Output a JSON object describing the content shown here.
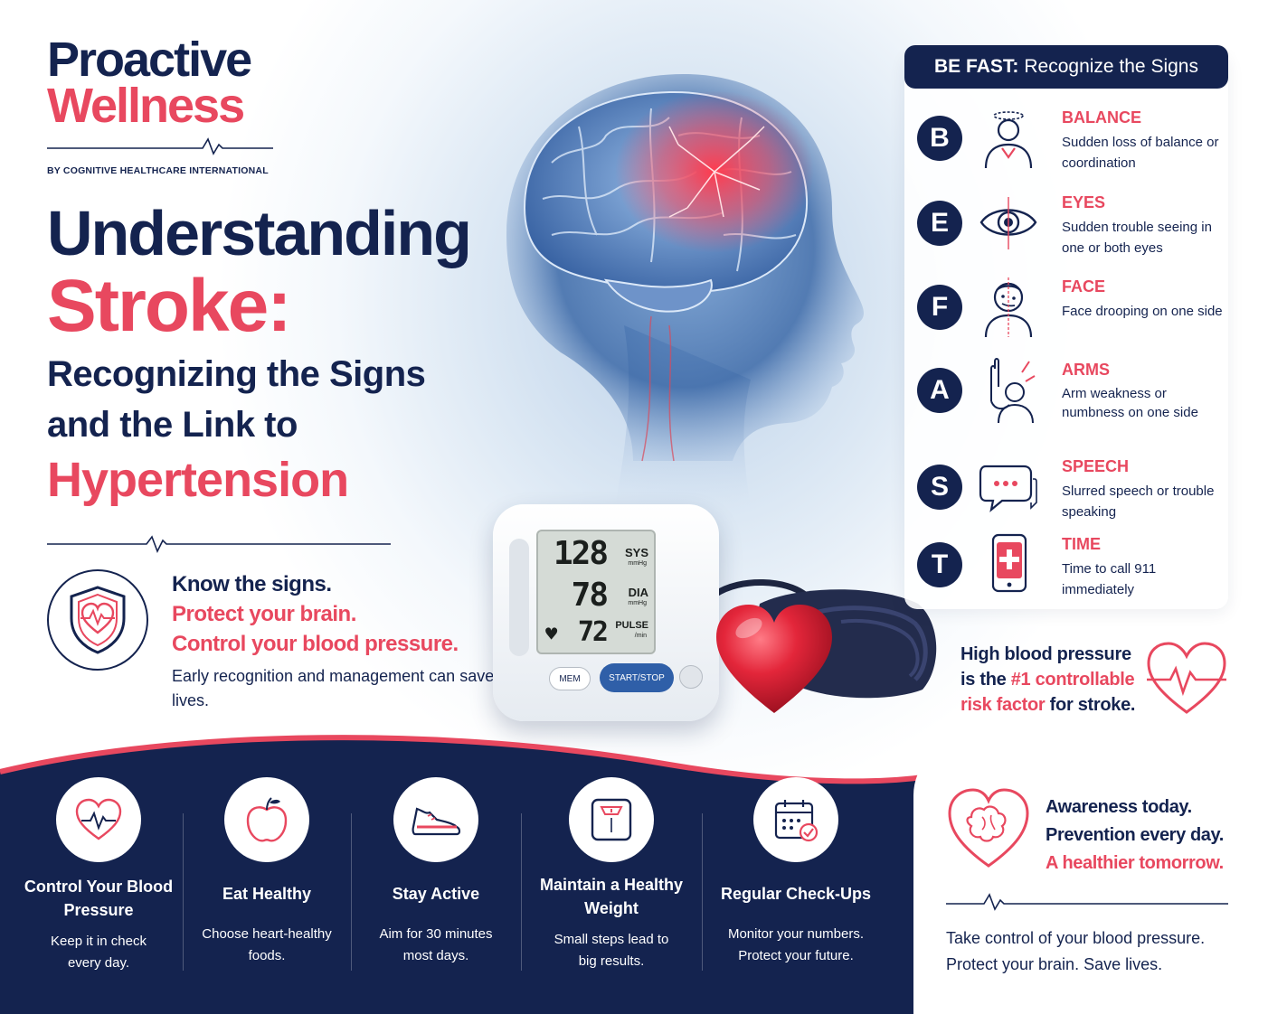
{
  "brand": {
    "line1": "Proactive",
    "line2": "Wellness",
    "subtitle": "BY COGNITIVE HEALTHCARE INTERNATIONAL"
  },
  "headline": {
    "line1": "Understanding",
    "line2": "Stroke:",
    "line3": "Recognizing the Signs",
    "line4": "and the Link to",
    "line5": "Hypertension"
  },
  "know": {
    "line1": "Know the signs.",
    "line2": "Protect your brain.",
    "line3": "Control your blood pressure.",
    "line4": "Early recognition and management can save lives."
  },
  "monitor": {
    "sys": "128",
    "dia": "78",
    "pulse": "72",
    "sys_label": "SYS",
    "dia_label": "DIA",
    "pulse_label": "PULSE",
    "unit": "mmHg",
    "pulse_unit": "/min",
    "mem_label": "MEM",
    "start_label": "START/STOP"
  },
  "be_fast": {
    "header_bold": "BE FAST:",
    "header_rest": "Recognize the Signs",
    "items": [
      {
        "letter": "B",
        "title": "BALANCE",
        "desc": "Sudden loss of balance or coordination",
        "icon": "balance-icon"
      },
      {
        "letter": "E",
        "title": "EYES",
        "desc": "Sudden trouble seeing in one or both eyes",
        "icon": "eye-icon"
      },
      {
        "letter": "F",
        "title": "FACE",
        "desc": "Face drooping on one side",
        "icon": "face-icon"
      },
      {
        "letter": "A",
        "title": "ARMS",
        "desc": "Arm weakness or numbness on one side",
        "icon": "arm-icon"
      },
      {
        "letter": "S",
        "title": "SPEECH",
        "desc": "Slurred speech or trouble speaking",
        "icon": "speech-bubble-icon"
      },
      {
        "letter": "T",
        "title": "TIME",
        "desc": "Time to call 911 immediately",
        "icon": "phone-icon"
      }
    ]
  },
  "hbp": {
    "part1": "High blood pressure is the ",
    "highlight": "#1 controllable risk factor",
    "part2": " for stroke."
  },
  "tips": [
    {
      "title": "Control Your Blood Pressure",
      "desc": "Keep it in check every day.",
      "icon": "heart-pulse-icon"
    },
    {
      "title": "Eat Healthy",
      "desc": "Choose heart-healthy foods.",
      "icon": "apple-icon"
    },
    {
      "title": "Stay Active",
      "desc": "Aim for 30 minutes most days.",
      "icon": "sneaker-icon"
    },
    {
      "title": "Maintain a Healthy Weight",
      "desc": "Small steps lead to big results.",
      "icon": "scale-icon"
    },
    {
      "title": "Regular Check-Ups",
      "desc": "Monitor your numbers. Protect your future.",
      "icon": "calendar-check-icon"
    }
  ],
  "awareness": {
    "line1": "Awareness today.",
    "line2": "Prevention every day.",
    "line3": "A healthier tomorrow.",
    "footer": "Take control of your blood pressure. Protect your brain. Save lives."
  },
  "colors": {
    "navy": "#14234f",
    "red": "#e8485f"
  }
}
